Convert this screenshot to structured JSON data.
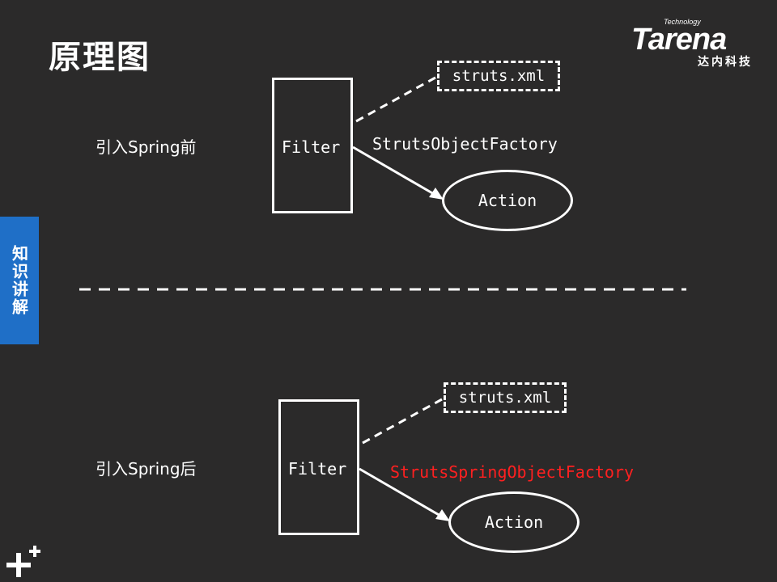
{
  "title": "原理图",
  "logo": {
    "main": "Tarena",
    "small": "Technology",
    "sub": "达内科技"
  },
  "side_tab": "知识讲解",
  "top": {
    "caption": "引入Spring前",
    "filter": "Filter",
    "config": "struts.xml",
    "factory": "StrutsObjectFactory",
    "action": "Action"
  },
  "bottom": {
    "caption": "引入Spring后",
    "filter": "Filter",
    "config": "struts.xml",
    "factory": "StrutsSpringObjectFactory",
    "action": "Action"
  },
  "colors": {
    "background": "#2b2a2a",
    "side_tab": "#1f6fc7",
    "highlight": "#ff2020",
    "text": "#ffffff"
  }
}
